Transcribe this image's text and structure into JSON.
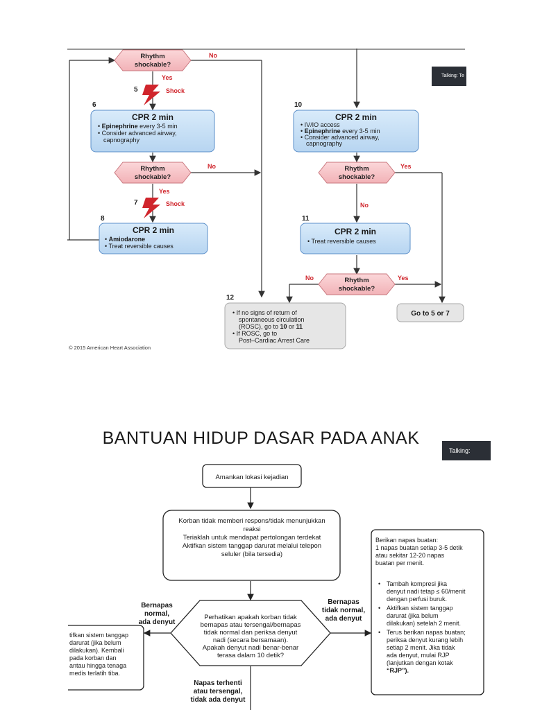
{
  "slide1": {
    "copyright": "© 2015 American Heart Association",
    "talking_label": "Talking: Te",
    "node6_number": "6",
    "node8_number": "8",
    "node10_number": "10",
    "node11_number": "11",
    "node12_number": "12",
    "step5_number": "5",
    "step7_number": "7",
    "decision_top": [
      "Rhythm",
      "shockable?"
    ],
    "decision_mid_left": [
      "Rhythm",
      "shockable?"
    ],
    "decision_mid_right": [
      "Rhythm",
      "shockable?"
    ],
    "decision_bottom_right": [
      "Rhythm",
      "shockable?"
    ],
    "yes": "Yes",
    "no": "No",
    "shock": "Shock",
    "cpr6": {
      "title": "CPR 2 min",
      "lines": [
        {
          "bold": "Epinephrine",
          "rest": " every 3-5 min"
        },
        {
          "bold": "",
          "rest": "Consider advanced airway,"
        },
        {
          "bold": "",
          "rest": "capnography",
          "indent": true
        }
      ]
    },
    "cpr8": {
      "title": "CPR 2 min",
      "lines": [
        {
          "bold": "Amiodarone",
          "rest": ""
        },
        {
          "bold": "",
          "rest": "Treat reversible causes"
        }
      ]
    },
    "cpr10": {
      "title": "CPR 2 min",
      "lines": [
        {
          "bold": "",
          "rest": "IV/IO access"
        },
        {
          "bold": "Epinephrine",
          "rest": " every 3-5 min"
        },
        {
          "bold": "",
          "rest": "Consider advanced airway,"
        },
        {
          "bold": "",
          "rest": "capnography",
          "indent": true
        }
      ]
    },
    "cpr11": {
      "title": "CPR 2 min",
      "lines": [
        {
          "bold": "",
          "rest": "Treat reversible causes"
        }
      ]
    },
    "box12": {
      "line1": "If no signs of return of",
      "line2": "spontaneous circulation",
      "line3_pre": "(ROSC), go to ",
      "line3_b1": "10",
      "line3_mid": " or ",
      "line3_b2": "11",
      "line4": "If ROSC, go to",
      "line5": "Post–Cardiac Arrest Care"
    },
    "goto": "Go to 5 or 7"
  },
  "slide2": {
    "title": "BANTUAN HIDUP DASAR PADA  ANAK",
    "talking_label": "Talking:",
    "box_secure": "Amankan lokasi kejadian",
    "box_unresponsive": [
      "Korban tidak memberi respons/tidak menunjukkan",
      "reaksi",
      "Teriaklah untuk mendapat pertolongan terdekat",
      "Aktifkan sistem tanggap darurat melalui telepon",
      "seluler (bila tersedia)"
    ],
    "decision": [
      "Perhatikan apakah korban tidak",
      "bernapas atau tersengal/bernapas",
      "tidak normal dan periksa denyut",
      "nadi (secara bersamaan).",
      "Apakah denyut nadi benar-benar",
      "terasa dalam 10 detik?"
    ],
    "label_left": [
      "Bernapas",
      "normal,",
      "ada denyut"
    ],
    "label_right": [
      "Bernapas",
      "tidak normal,",
      "ada denyut"
    ],
    "label_bottom": [
      "Napas terhenti",
      "atau tersengal,",
      "tidak ada denyut"
    ],
    "box_left": [
      "tifkan sistem tanggap",
      "darurat (jika belum",
      "dilakukan). Kembali",
      "pada korban dan",
      "antau hingga tenaga",
      "medis terlatih tiba."
    ],
    "box_right_intro": [
      "Berikan napas buatan:",
      "1 napas buatan setiap 3-5 detik",
      "atau sekitar 12-20 napas",
      "buatan per menit."
    ],
    "box_right_bullets": [
      [
        "Tambah kompresi jika",
        "denyut nadi tetap ≤ 60/menit",
        "dengan perfusi buruk."
      ],
      [
        "Aktifkan sistem tanggap",
        "darurat (jika belum",
        "dilakukan) setelah 2 menit."
      ],
      [
        "Terus berikan napas buatan;",
        "periksa denyut kurang lebih",
        "setiap 2 menit. Jika tidak",
        "ada denyut, mulai RJP",
        "(lanjutkan dengan kotak",
        "“RJP”)."
      ]
    ]
  },
  "colors": {
    "cpr_fill": "#c9e1f6",
    "cpr_stroke": "#5b8fc9",
    "diamond_fill": "#f7c6c9",
    "diamond_stroke": "#c9777e",
    "red_text": "#d0252c",
    "grey_box": "#e6e6e6"
  }
}
